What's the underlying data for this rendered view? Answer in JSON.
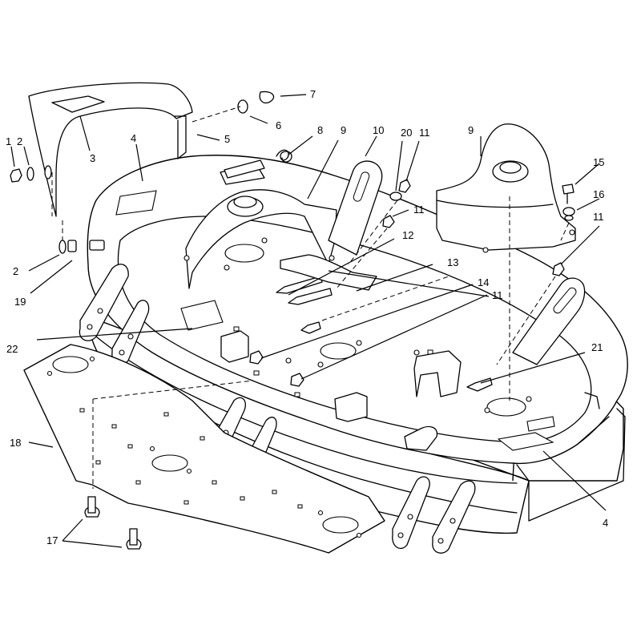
{
  "callouts": [
    {
      "id": "c1",
      "label": "1"
    },
    {
      "id": "c2a",
      "label": "2"
    },
    {
      "id": "c2b",
      "label": "2"
    },
    {
      "id": "c3",
      "label": "3"
    },
    {
      "id": "c4a",
      "label": "4"
    },
    {
      "id": "c4b",
      "label": "4"
    },
    {
      "id": "c5",
      "label": "5"
    },
    {
      "id": "c6",
      "label": "6"
    },
    {
      "id": "c7",
      "label": "7"
    },
    {
      "id": "c8",
      "label": "8"
    },
    {
      "id": "c9a",
      "label": "9"
    },
    {
      "id": "c9b",
      "label": "9"
    },
    {
      "id": "c10",
      "label": "10"
    },
    {
      "id": "c11a",
      "label": "11"
    },
    {
      "id": "c11b",
      "label": "11"
    },
    {
      "id": "c11c",
      "label": "11"
    },
    {
      "id": "c11d",
      "label": "11"
    },
    {
      "id": "c12",
      "label": "12"
    },
    {
      "id": "c13",
      "label": "13"
    },
    {
      "id": "c14",
      "label": "14"
    },
    {
      "id": "c15",
      "label": "15"
    },
    {
      "id": "c16",
      "label": "16"
    },
    {
      "id": "c17",
      "label": "17"
    },
    {
      "id": "c18",
      "label": "18"
    },
    {
      "id": "c19",
      "label": "19"
    },
    {
      "id": "c20",
      "label": "20"
    },
    {
      "id": "c21",
      "label": "21"
    },
    {
      "id": "c22",
      "label": "22"
    }
  ]
}
